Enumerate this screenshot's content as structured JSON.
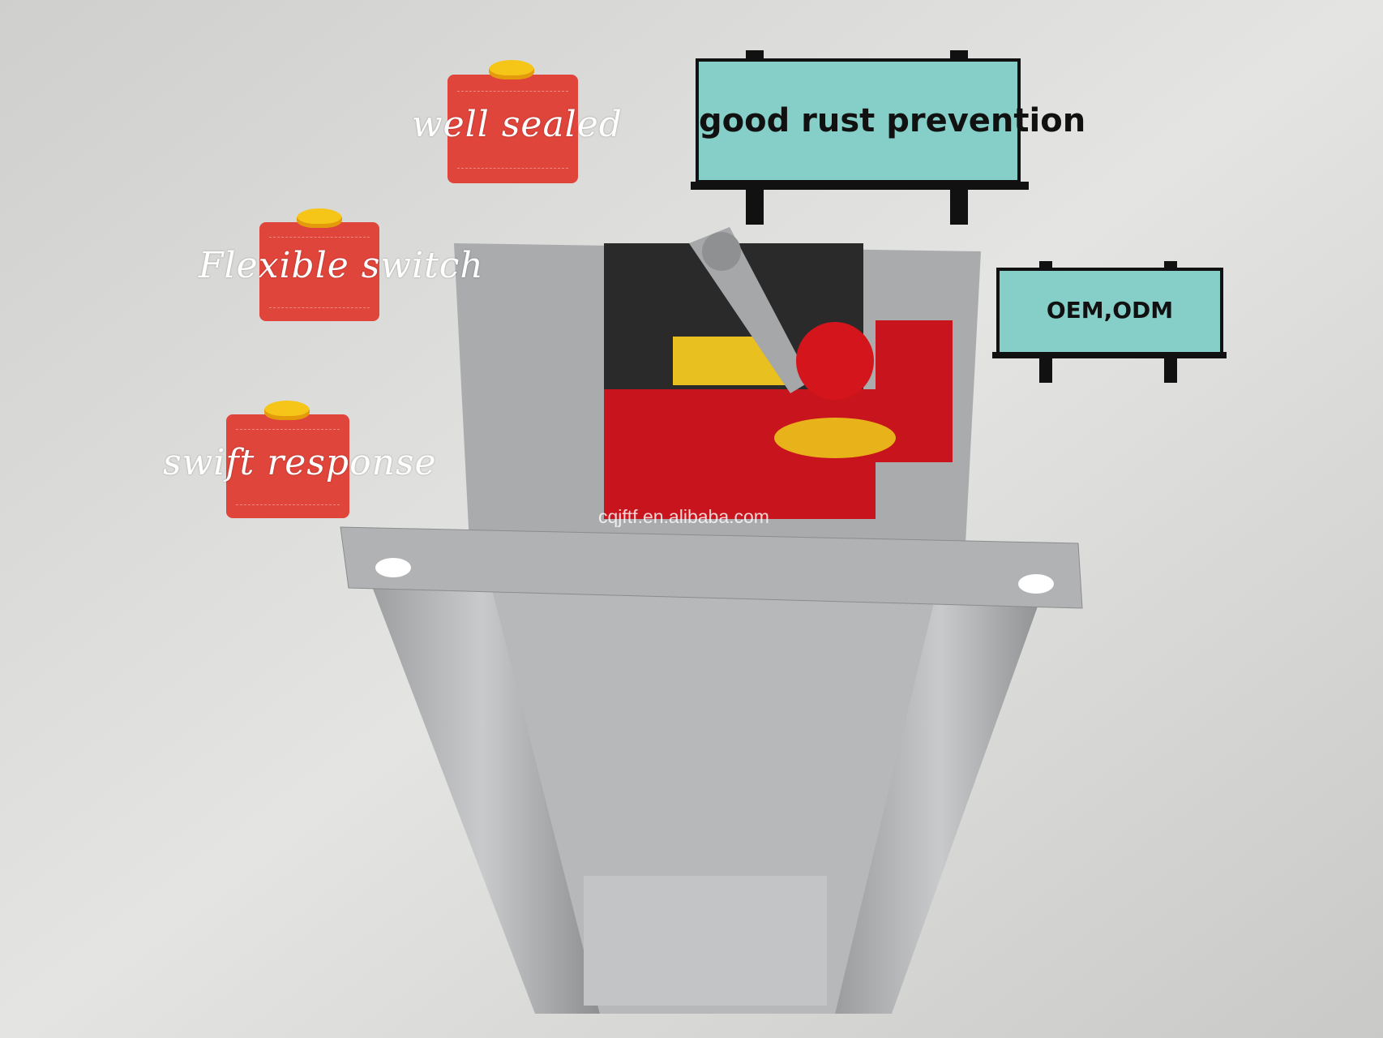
{
  "labels": {
    "well_sealed": "well  sealed",
    "flexible_switch": "Flexible  switch",
    "swift_response": "swift  response"
  },
  "signs": {
    "rust": "good rust prevention",
    "oem": "OEM,ODM"
  },
  "watermark": "cqjftf.en.alibaba.com",
  "colors": {
    "tag": "#e0453b",
    "sign": "#86cfc8",
    "actuator": "#c8141c"
  }
}
